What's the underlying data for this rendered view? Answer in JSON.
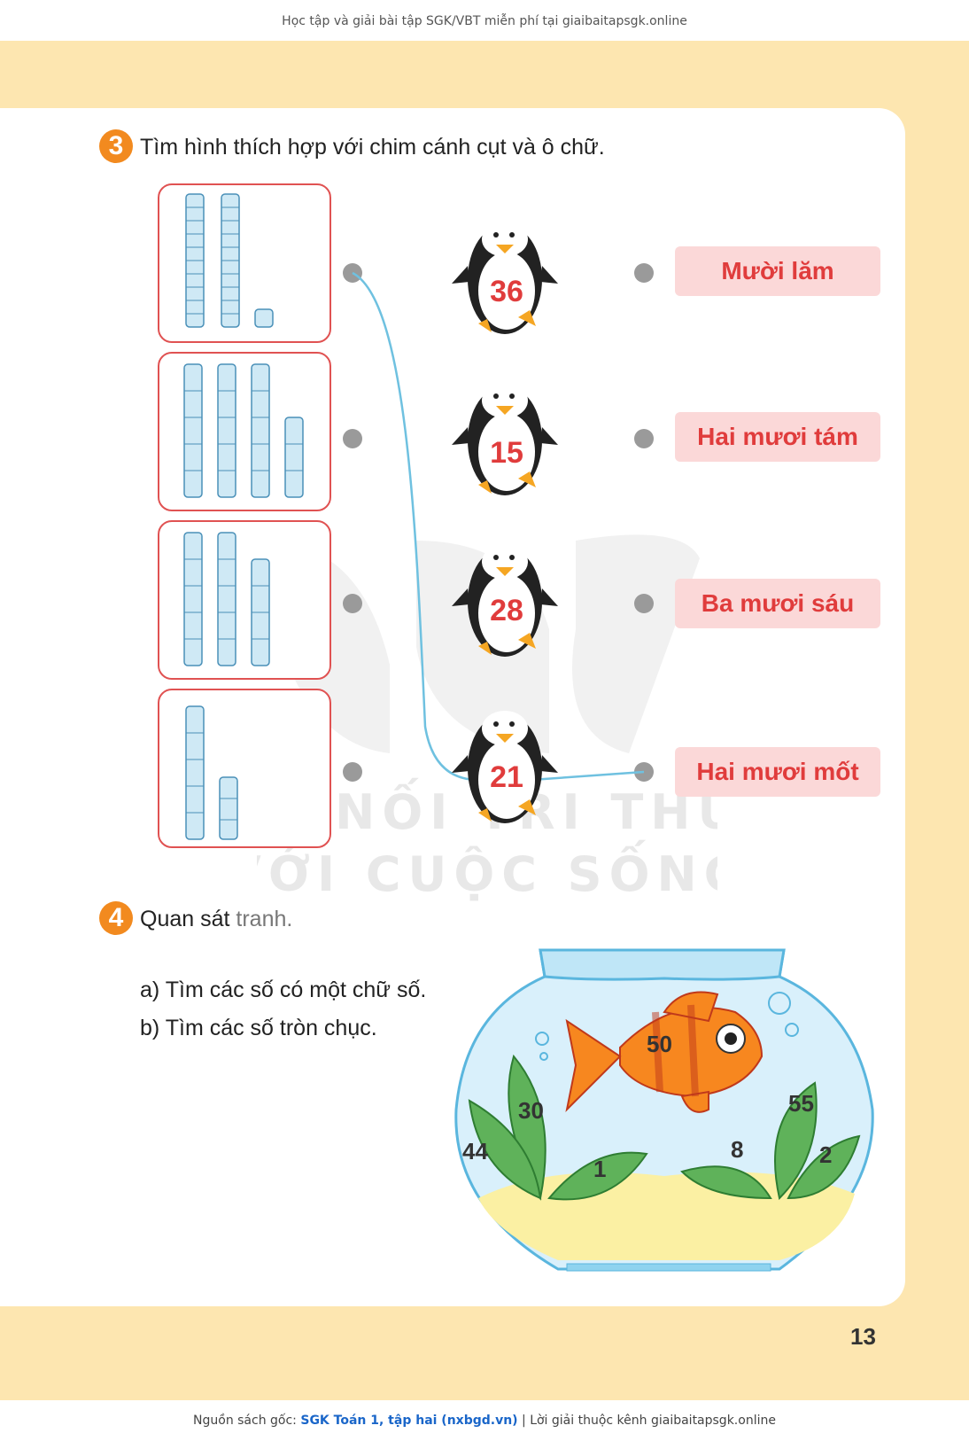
{
  "header": {
    "banner": "Học tập và giải bài tập SGK/VBT miễn phí tại giaibaitapsgk.online"
  },
  "exercise3": {
    "number": "3",
    "title": "Tìm hình thích hợp với chim cánh cụt và ô chữ.",
    "penguins": [
      "36",
      "15",
      "28",
      "21"
    ],
    "labels": [
      "Mười lăm",
      "Hai mươi tám",
      "Ba mươi sáu",
      "Hai mươi mốt"
    ]
  },
  "watermark": {
    "line1": "KẾT NỐI TRI THỨC",
    "line2": "VỚI CUỘC SỐNG"
  },
  "exercise4": {
    "number": "4",
    "title_a": "Quan sát ",
    "title_b": "tranh.",
    "items": [
      "a)  Tìm các số có một chữ số.",
      "b)  Tìm các số tròn chục."
    ],
    "fish_numbers": [
      "50",
      "30",
      "44",
      "1",
      "8",
      "55",
      "2"
    ]
  },
  "page_number": "13",
  "footer": {
    "prefix": "Nguồn sách gốc: ",
    "source": "SGK Toán 1, tập hai (nxbgd.vn)",
    "suffix": " | Lời giải thuộc kênh giaibaitapsgk.online"
  },
  "colors": {
    "accent": "#f28a1f",
    "cream": "#fde6b0",
    "label_bg": "#fbd8d8",
    "label_text": "#e03c3c",
    "line": "#6fc1e0"
  }
}
